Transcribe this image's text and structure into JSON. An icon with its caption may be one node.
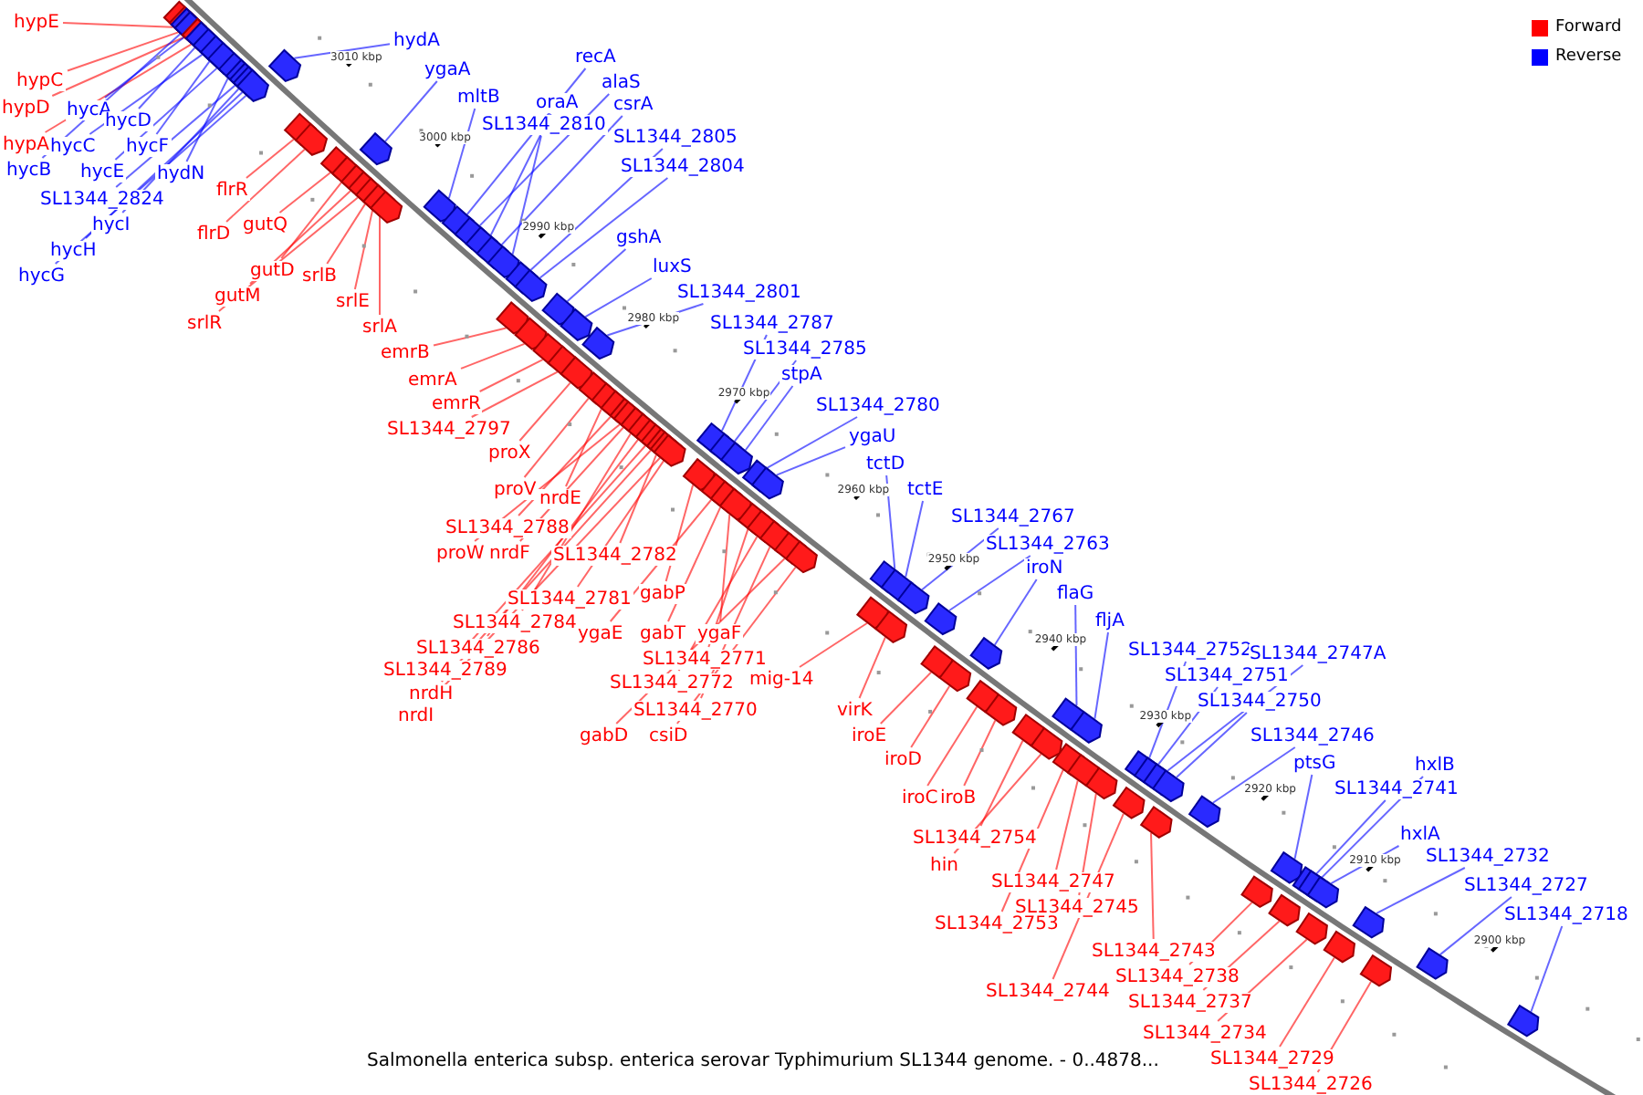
{
  "diagram": {
    "caption": "Salmonella enterica subsp. enterica serovar Typhimurium SL1344 genome. - 0..4878...",
    "nodes": [
      {
        "text": [
          "hypE"
        ]
      },
      {
        "text": [
          "hypC"
        ]
      },
      {
        "text": [
          "hypD"
        ]
      },
      {
        "text": [
          "hypA"
        ]
      },
      {
        "text": [
          "flrR"
        ]
      },
      {
        "text": [
          "flrD"
        ]
      },
      {
        "text": [
          "gutQ"
        ]
      },
      {
        "text": [
          "gutD"
        ]
      },
      {
        "text": [
          "gutM"
        ]
      },
      {
        "text": [
          "srlR"
        ]
      },
      {
        "text": [
          "srlB"
        ]
      },
      {
        "text": [
          "srlE"
        ]
      },
      {
        "text": [
          "srlA"
        ]
      },
      {
        "text": [
          "emrB"
        ]
      },
      {
        "text": [
          "emrA"
        ]
      },
      {
        "text": [
          "emrR"
        ]
      },
      {
        "text": [
          "SL1344_2797"
        ]
      },
      {
        "text": [
          "proX"
        ]
      },
      {
        "text": [
          "proV"
        ]
      },
      {
        "text": [
          "nrdE"
        ]
      },
      {
        "text": [
          "SL1344_2788"
        ]
      },
      {
        "text": [
          "proW"
        ]
      },
      {
        "text": [
          "nrdF"
        ]
      },
      {
        "text": [
          "SL1344_2782"
        ]
      },
      {
        "text": [
          "SL1344_2781"
        ]
      },
      {
        "text": [
          "gabP"
        ]
      },
      {
        "text": [
          "SL1344_2784"
        ]
      },
      {
        "text": [
          "ygaE"
        ]
      },
      {
        "text": [
          "gabT"
        ]
      },
      {
        "text": [
          "ygaF"
        ]
      },
      {
        "text": [
          "SL1344_2786"
        ]
      },
      {
        "text": [
          "SL1344_2789"
        ]
      },
      {
        "text": [
          "SL1344_2771"
        ]
      },
      {
        "text": [
          "nrdH"
        ]
      },
      {
        "text": [
          "SL1344_2772"
        ]
      },
      {
        "text": [
          "mig-14"
        ]
      },
      {
        "text": [
          "nrdI"
        ]
      },
      {
        "text": [
          "SL1344_2770"
        ]
      },
      {
        "text": [
          "gabD"
        ]
      },
      {
        "text": [
          "csiD"
        ]
      },
      {
        "text": [
          "virK"
        ]
      },
      {
        "text": [
          "iroE"
        ]
      },
      {
        "text": [
          "iroD"
        ]
      },
      {
        "text": [
          "iroC"
        ]
      },
      {
        "text": [
          "iroB"
        ]
      },
      {
        "text": [
          "SL1344_2754"
        ]
      },
      {
        "text": [
          "hin"
        ]
      },
      {
        "text": [
          "SL1344_2747"
        ]
      },
      {
        "text": [
          "SL1344_2745"
        ]
      },
      {
        "text": [
          "SL1344_2753"
        ]
      },
      {
        "text": [
          "SL1344_2743"
        ]
      },
      {
        "text": [
          "SL1344_2738"
        ]
      },
      {
        "text": [
          "SL1344_2744"
        ]
      },
      {
        "text": [
          "SL1344_2737"
        ]
      },
      {
        "text": [
          "SL1344_2734"
        ]
      },
      {
        "text": [
          "SL1344_2729"
        ]
      },
      {
        "text": [
          "SL1344_2726"
        ]
      },
      {
        "text": [
          "hydA"
        ]
      },
      {
        "text": [
          "ygaA"
        ]
      },
      {
        "text": [
          "mltB"
        ]
      },
      {
        "text": [
          "recA"
        ]
      },
      {
        "text": [
          "alaS"
        ]
      },
      {
        "text": [
          "oraA"
        ]
      },
      {
        "text": [
          "csrA"
        ]
      },
      {
        "text": [
          "SL1344_2810"
        ]
      },
      {
        "text": [
          "hycA"
        ]
      },
      {
        "text": [
          "hycD"
        ]
      },
      {
        "text": [
          "hycC"
        ]
      },
      {
        "text": [
          "hycF"
        ]
      },
      {
        "text": [
          "hycB"
        ]
      },
      {
        "text": [
          "hycE"
        ]
      },
      {
        "text": [
          "hydN"
        ]
      },
      {
        "text": [
          "SL1344_2824"
        ]
      },
      {
        "text": [
          "hycI"
        ]
      },
      {
        "text": [
          "hycH"
        ]
      },
      {
        "text": [
          "hycG"
        ]
      },
      {
        "text": [
          "SL1344_2805"
        ]
      },
      {
        "text": [
          "SL1344_2804"
        ]
      },
      {
        "text": [
          "gshA"
        ]
      },
      {
        "text": [
          "luxS"
        ]
      },
      {
        "text": [
          "SL1344_2801"
        ]
      },
      {
        "text": [
          "SL1344_2787"
        ]
      },
      {
        "text": [
          "SL1344_2785"
        ]
      },
      {
        "text": [
          "stpA"
        ]
      },
      {
        "text": [
          "SL1344_2780"
        ]
      },
      {
        "text": [
          "ygaU"
        ]
      },
      {
        "text": [
          "tctD"
        ]
      },
      {
        "text": [
          "tctE"
        ]
      },
      {
        "text": [
          "SL1344_2767"
        ]
      },
      {
        "text": [
          "SL1344_2763"
        ]
      },
      {
        "text": [
          "iroN"
        ]
      },
      {
        "text": [
          "flaG"
        ]
      },
      {
        "text": [
          "fljA"
        ]
      },
      {
        "text": [
          "SL1344_2752"
        ]
      },
      {
        "text": [
          "SL1344_2747A"
        ]
      },
      {
        "text": [
          "SL1344_2751"
        ]
      },
      {
        "text": [
          "SL1344_2750"
        ]
      },
      {
        "text": [
          "SL1344_2746"
        ]
      },
      {
        "text": [
          "ptsG"
        ]
      },
      {
        "text": [
          "hxlB"
        ]
      },
      {
        "text": [
          "SL1344_2741"
        ]
      },
      {
        "text": [
          "hxlA"
        ]
      },
      {
        "text": [
          "SL1344_2732"
        ]
      },
      {
        "text": [
          "SL1344_2727"
        ]
      },
      {
        "text": [
          "SL1344_2718"
        ]
      },
      {
        "text": [],
        "shape": "bar"
      },
      {
        "text": [],
        "shape": "bar"
      },
      {
        "text": [],
        "shape": "bar"
      },
      {
        "text": [],
        "shape": "bar"
      },
      {
        "text": [],
        "shape": "bar"
      },
      {
        "text": [],
        "shape": "bar"
      },
      {
        "text": [],
        "shape": "bar"
      },
      {
        "text": [],
        "shape": "bar"
      },
      {
        "text": [],
        "shape": "bar"
      },
      {
        "text": [],
        "shape": "bar"
      },
      {
        "text": [],
        "shape": "bar"
      },
      {
        "text": [],
        "shape": "bar"
      },
      {
        "text": [],
        "shape": "bar"
      },
      {
        "text": [],
        "shape": "bar"
      },
      {
        "text": [],
        "shape": "bar"
      },
      {
        "text": [],
        "shape": "bar"
      },
      {
        "text": [],
        "shape": "bar"
      },
      {
        "text": [],
        "shape": "bar"
      },
      {
        "text": [],
        "shape": "bar"
      },
      {
        "text": [],
        "shape": "bar"
      },
      {
        "text": [],
        "shape": "bar"
      },
      {
        "text": [],
        "shape": "bar"
      },
      {
        "text": [],
        "shape": "bar"
      },
      {
        "text": [],
        "shape": "bar"
      },
      {
        "text": [],
        "shape": "bar"
      },
      {
        "text": [],
        "shape": "bar"
      },
      {
        "text": [],
        "shape": "bar"
      },
      {
        "text": [],
        "shape": "bar"
      },
      {
        "text": [],
        "shape": "bar"
      },
      {
        "text": [],
        "shape": "bar"
      },
      {
        "text": [],
        "shape": "bar"
      },
      {
        "text": [],
        "shape": "bar"
      },
      {
        "text": [],
        "shape": "bar"
      },
      {
        "text": [],
        "shape": "bar"
      },
      {
        "text": [],
        "shape": "bar"
      },
      {
        "text": [],
        "shape": "bar"
      },
      {
        "text": [],
        "shape": "bar"
      },
      {
        "text": [],
        "shape": "bar"
      },
      {
        "text": [],
        "shape": "bar"
      },
      {
        "text": [],
        "shape": "bar"
      },
      {
        "text": [],
        "shape": "bar"
      },
      {
        "text": [],
        "shape": "bar"
      },
      {
        "text": [],
        "shape": "bar"
      },
      {
        "text": [],
        "shape": "bar"
      },
      {
        "text": [],
        "shape": "bar"
      },
      {
        "text": [],
        "shape": "bar"
      },
      {
        "text": [],
        "shape": "bar"
      },
      {
        "text": [],
        "shape": "bar"
      },
      {
        "text": [],
        "shape": "bar"
      },
      {
        "text": [],
        "shape": "bar"
      },
      {
        "text": [],
        "shape": "bar"
      },
      {
        "text": [],
        "shape": "bar"
      },
      {
        "text": [],
        "shape": "bar"
      },
      {
        "text": [],
        "shape": "bar"
      },
      {
        "text": [],
        "shape": "bar"
      },
      {
        "text": [],
        "shape": "bar"
      },
      {
        "text": [],
        "shape": "bar"
      },
      {
        "text": [],
        "shape": "bar"
      },
      {
        "text": [],
        "shape": "bar"
      },
      {
        "text": [],
        "shape": "bar"
      },
      {
        "text": [],
        "shape": "bar"
      },
      {
        "text": [],
        "shape": "bar"
      },
      {
        "text": [],
        "shape": "bar"
      },
      {
        "text": [],
        "shape": "bar"
      },
      {
        "text": [],
        "shape": "bar"
      },
      {
        "text": [],
        "shape": "bar"
      },
      {
        "text": [],
        "shape": "bar"
      },
      {
        "text": [],
        "shape": "bar"
      },
      {
        "text": [],
        "shape": "bar"
      },
      {
        "text": [],
        "shape": "bar"
      },
      {
        "text": [],
        "shape": "bar"
      },
      {
        "text": [],
        "shape": "bar"
      },
      {
        "text": [],
        "shape": "bar"
      },
      {
        "text": [],
        "shape": "bar"
      },
      {
        "text": [],
        "shape": "bar"
      },
      {
        "text": [],
        "shape": "bar"
      },
      {
        "text": [],
        "shape": "bar"
      },
      {
        "text": [],
        "shape": "bar"
      },
      {
        "text": [],
        "shape": "bar"
      },
      {
        "text": [],
        "shape": "bar"
      },
      {
        "text": [],
        "shape": "bar"
      },
      {
        "text": [],
        "shape": "bar"
      },
      {
        "text": [],
        "shape": "bar"
      },
      {
        "text": [],
        "shape": "bar"
      },
      {
        "text": [],
        "shape": "bar"
      },
      {
        "text": [],
        "shape": "bar"
      },
      {
        "text": [],
        "shape": "bar"
      },
      {
        "text": [],
        "shape": "bar"
      },
      {
        "text": [],
        "shape": "bar"
      },
      {
        "text": [],
        "shape": "bar"
      },
      {
        "text": [],
        "shape": "bar"
      },
      {
        "text": [],
        "shape": "bar"
      },
      {
        "text": [],
        "shape": "bar"
      },
      {
        "text": [],
        "shape": "bar"
      },
      {
        "text": [],
        "shape": "bar"
      },
      {
        "text": [],
        "shape": "bar"
      },
      {
        "text": [],
        "shape": "bar"
      },
      {
        "text": [],
        "shape": "bar"
      },
      {
        "text": [],
        "shape": "bar"
      },
      {
        "text": [],
        "shape": "bar"
      },
      {
        "text": [],
        "shape": "bar"
      },
      {
        "text": [],
        "shape": "bar"
      },
      {
        "text": [],
        "shape": "bar"
      },
      {
        "text": [],
        "shape": "bar"
      },
      {
        "text": [],
        "shape": "bar"
      }
    ],
    "edges": [
      {
        "from": 0,
        "to": 105,
        "arrow": "none"
      },
      {
        "from": 1,
        "to": 106,
        "arrow": "none"
      },
      {
        "from": 2,
        "to": 108,
        "arrow": "none"
      },
      {
        "from": 3,
        "to": 110,
        "arrow": "none"
      },
      {
        "from": 4,
        "to": 121,
        "arrow": "none"
      },
      {
        "from": 5,
        "to": 122,
        "arrow": "none"
      },
      {
        "from": 6,
        "to": 123,
        "arrow": "none"
      },
      {
        "from": 7,
        "to": 124,
        "arrow": "none"
      },
      {
        "from": 8,
        "to": 126,
        "arrow": "none"
      },
      {
        "from": 9,
        "to": 127,
        "arrow": "none"
      },
      {
        "from": 10,
        "to": 128,
        "arrow": "none"
      },
      {
        "from": 11,
        "to": 129,
        "arrow": "none"
      },
      {
        "from": 12,
        "to": 130,
        "arrow": "none"
      },
      {
        "from": 13,
        "to": 139,
        "arrow": "none"
      },
      {
        "from": 14,
        "to": 140,
        "arrow": "none"
      },
      {
        "from": 15,
        "to": 142,
        "arrow": "none"
      },
      {
        "from": 16,
        "to": 144,
        "arrow": "none"
      },
      {
        "from": 17,
        "to": 146,
        "arrow": "none"
      },
      {
        "from": 18,
        "to": 147,
        "arrow": "none"
      },
      {
        "from": 19,
        "to": 148,
        "arrow": "none"
      },
      {
        "from": 20,
        "to": 149,
        "arrow": "none"
      },
      {
        "from": 21,
        "to": 150,
        "arrow": "none"
      },
      {
        "from": 22,
        "to": 151,
        "arrow": "none"
      },
      {
        "from": 23,
        "to": 156,
        "arrow": "none"
      },
      {
        "from": 24,
        "to": 158,
        "arrow": "none"
      },
      {
        "from": 25,
        "to": 160,
        "arrow": "none"
      },
      {
        "from": 26,
        "to": 152,
        "arrow": "none"
      },
      {
        "from": 27,
        "to": 163,
        "arrow": "none"
      },
      {
        "from": 28,
        "to": 164,
        "arrow": "none"
      },
      {
        "from": 29,
        "to": 165,
        "arrow": "none"
      },
      {
        "from": 30,
        "to": 153,
        "arrow": "none"
      },
      {
        "from": 31,
        "to": 154,
        "arrow": "none"
      },
      {
        "from": 32,
        "to": 168,
        "arrow": "none"
      },
      {
        "from": 33,
        "to": 155,
        "arrow": "none"
      },
      {
        "from": 34,
        "to": 169,
        "arrow": "none"
      },
      {
        "from": 35,
        "to": 174,
        "arrow": "none"
      },
      {
        "from": 36,
        "to": 157,
        "arrow": "none"
      },
      {
        "from": 37,
        "to": 170,
        "arrow": "none"
      },
      {
        "from": 38,
        "to": 171,
        "arrow": "none"
      },
      {
        "from": 39,
        "to": 172,
        "arrow": "none"
      },
      {
        "from": 40,
        "to": 176,
        "arrow": "none"
      },
      {
        "from": 41,
        "to": 179,
        "arrow": "none"
      },
      {
        "from": 42,
        "to": 180,
        "arrow": "none"
      },
      {
        "from": 43,
        "to": 182,
        "arrow": "none"
      },
      {
        "from": 44,
        "to": 183,
        "arrow": "none"
      },
      {
        "from": 45,
        "to": 184,
        "arrow": "none"
      },
      {
        "from": 46,
        "to": 185,
        "arrow": "none"
      },
      {
        "from": 47,
        "to": 189,
        "arrow": "none"
      },
      {
        "from": 48,
        "to": 190,
        "arrow": "none"
      },
      {
        "from": 49,
        "to": 188,
        "arrow": "none"
      },
      {
        "from": 50,
        "to": 196,
        "arrow": "none"
      },
      {
        "from": 51,
        "to": 198,
        "arrow": "none"
      },
      {
        "from": 52,
        "to": 192,
        "arrow": "none"
      },
      {
        "from": 53,
        "to": 200,
        "arrow": "none"
      },
      {
        "from": 54,
        "to": 204,
        "arrow": "none"
      },
      {
        "from": 55,
        "to": 205,
        "arrow": "none"
      },
      {
        "from": 56,
        "to": 207,
        "arrow": "none"
      },
      {
        "from": 57,
        "to": 120,
        "arrow": "none",
        "color": "#0000ff"
      },
      {
        "from": 58,
        "to": 125,
        "arrow": "none",
        "color": "#0000ff"
      },
      {
        "from": 59,
        "to": 131,
        "arrow": "none",
        "color": "#0000ff"
      },
      {
        "from": 60,
        "to": 132,
        "arrow": "none",
        "color": "#0000ff"
      },
      {
        "from": 61,
        "to": 133,
        "arrow": "none",
        "color": "#0000ff"
      },
      {
        "from": 62,
        "to": 134,
        "arrow": "none",
        "color": "#0000ff"
      },
      {
        "from": 63,
        "to": 135,
        "arrow": "none",
        "color": "#0000ff"
      },
      {
        "from": 64,
        "to": 136,
        "arrow": "none",
        "color": "#0000ff"
      },
      {
        "from": 65,
        "to": 109,
        "arrow": "none",
        "color": "#0000ff"
      },
      {
        "from": 66,
        "to": 111,
        "arrow": "none",
        "color": "#0000ff"
      },
      {
        "from": 67,
        "to": 112,
        "arrow": "none",
        "color": "#0000ff"
      },
      {
        "from": 68,
        "to": 113,
        "arrow": "none",
        "color": "#0000ff"
      },
      {
        "from": 69,
        "to": 107,
        "arrow": "none",
        "color": "#0000ff"
      },
      {
        "from": 70,
        "to": 114,
        "arrow": "none",
        "color": "#0000ff"
      },
      {
        "from": 71,
        "to": 115,
        "arrow": "none",
        "color": "#0000ff"
      },
      {
        "from": 72,
        "to": 116,
        "arrow": "none",
        "color": "#0000ff"
      },
      {
        "from": 73,
        "to": 117,
        "arrow": "none",
        "color": "#0000ff"
      },
      {
        "from": 74,
        "to": 118,
        "arrow": "none",
        "color": "#0000ff"
      },
      {
        "from": 75,
        "to": 119,
        "arrow": "none",
        "color": "#0000ff"
      },
      {
        "from": 76,
        "to": 137,
        "arrow": "none",
        "color": "#0000ff"
      },
      {
        "from": 77,
        "to": 138,
        "arrow": "none",
        "color": "#0000ff"
      },
      {
        "from": 78,
        "to": 141,
        "arrow": "none",
        "color": "#0000ff"
      },
      {
        "from": 79,
        "to": 143,
        "arrow": "none",
        "color": "#0000ff"
      },
      {
        "from": 80,
        "to": 145,
        "arrow": "none",
        "color": "#0000ff"
      },
      {
        "from": 81,
        "to": 159,
        "arrow": "none",
        "color": "#0000ff"
      },
      {
        "from": 82,
        "to": 161,
        "arrow": "none",
        "color": "#0000ff"
      },
      {
        "from": 83,
        "to": 162,
        "arrow": "none",
        "color": "#0000ff"
      },
      {
        "from": 84,
        "to": 166,
        "arrow": "none",
        "color": "#0000ff"
      },
      {
        "from": 85,
        "to": 167,
        "arrow": "none",
        "color": "#0000ff"
      },
      {
        "from": 86,
        "to": 173,
        "arrow": "none",
        "color": "#0000ff"
      },
      {
        "from": 87,
        "to": 175,
        "arrow": "none",
        "color": "#0000ff"
      },
      {
        "from": 88,
        "to": 177,
        "arrow": "none",
        "color": "#0000ff"
      },
      {
        "from": 89,
        "to": 178,
        "arrow": "none",
        "color": "#0000ff"
      },
      {
        "from": 90,
        "to": 181,
        "arrow": "none",
        "color": "#0000ff"
      },
      {
        "from": 91,
        "to": 186,
        "arrow": "none",
        "color": "#0000ff"
      },
      {
        "from": 92,
        "to": 187,
        "arrow": "none",
        "color": "#0000ff"
      },
      {
        "from": 93,
        "to": 191,
        "arrow": "none",
        "color": "#0000ff"
      },
      {
        "from": 94,
        "to": 194,
        "arrow": "none",
        "color": "#0000ff"
      },
      {
        "from": 95,
        "to": 193,
        "arrow": "none",
        "color": "#0000ff"
      },
      {
        "from": 96,
        "to": 195,
        "arrow": "none",
        "color": "#0000ff"
      },
      {
        "from": 97,
        "to": 197,
        "arrow": "none",
        "color": "#0000ff"
      },
      {
        "from": 98,
        "to": 199,
        "arrow": "none",
        "color": "#0000ff"
      },
      {
        "from": 99,
        "to": 202,
        "arrow": "none",
        "color": "#0000ff"
      },
      {
        "from": 100,
        "to": 201,
        "arrow": "none",
        "color": "#0000ff"
      },
      {
        "from": 101,
        "to": 203,
        "arrow": "none",
        "color": "#0000ff"
      },
      {
        "from": 102,
        "to": 206,
        "arrow": "none",
        "color": "#0000ff"
      },
      {
        "from": 103,
        "to": 208,
        "arrow": "none",
        "color": "#0000ff"
      },
      {
        "from": 104,
        "to": 209,
        "arrow": "none",
        "color": "#0000ff"
      }
    ],
    "labels": [
      "3010 kbp",
      "3000 kbp",
      "2990 kbp",
      "2980 kbp",
      "2970 kbp",
      "2960 kbp",
      "2950 kbp",
      "2940 kbp",
      "2930 kbp",
      "2920 kbp",
      "2910 kbp",
      "2900 kbp"
    ],
    "legend": [
      {
        "text": "Forward",
        "color": "#ff0000"
      },
      {
        "text": "Reverse",
        "color": "#0000ff"
      }
    ]
  }
}
